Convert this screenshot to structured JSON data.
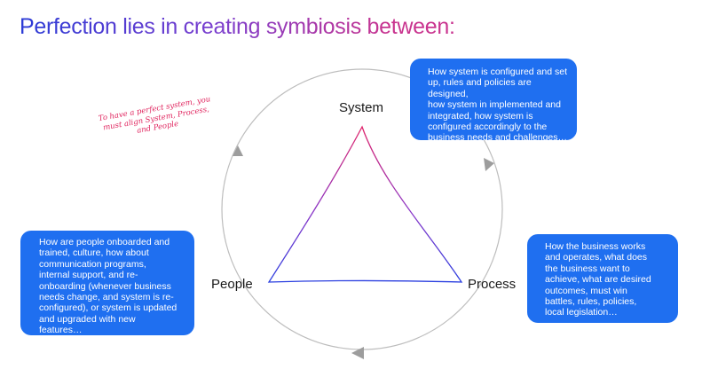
{
  "title": "Perfection lies in creating symbiosis between:",
  "annotation": "To have a perfect system, you\nmust align System, Process,\nand People",
  "nodes": {
    "system": "System",
    "process": "Process",
    "people": "People"
  },
  "boxes": {
    "system": "How system is configured and set\nup, rules and policies are designed,\nhow system in implemented and\nintegrated, how system is\nconfigured accordingly to the\nbusiness needs and challenges…",
    "process": "How the business works\nand operates, what does\nthe business want to\nachieve, what are desired\noutcomes, must win\nbattles, rules, policies,\nlocal legislation…",
    "people": "How are people onboarded and\ntrained, culture, how about\ncommunication programs,\ninternal support, and re-\nonboarding (whenever business\nneeds change, and system is re-\nconfigured), or system is updated\nand upgraded with new\nfeatures…"
  },
  "colors": {
    "box_fill": "#1f6ff0",
    "cycle_stroke": "#b9b9b9",
    "triangle_top": "#e0246b",
    "triangle_base": "#2a3fe0",
    "annotation": "#e0245e"
  }
}
